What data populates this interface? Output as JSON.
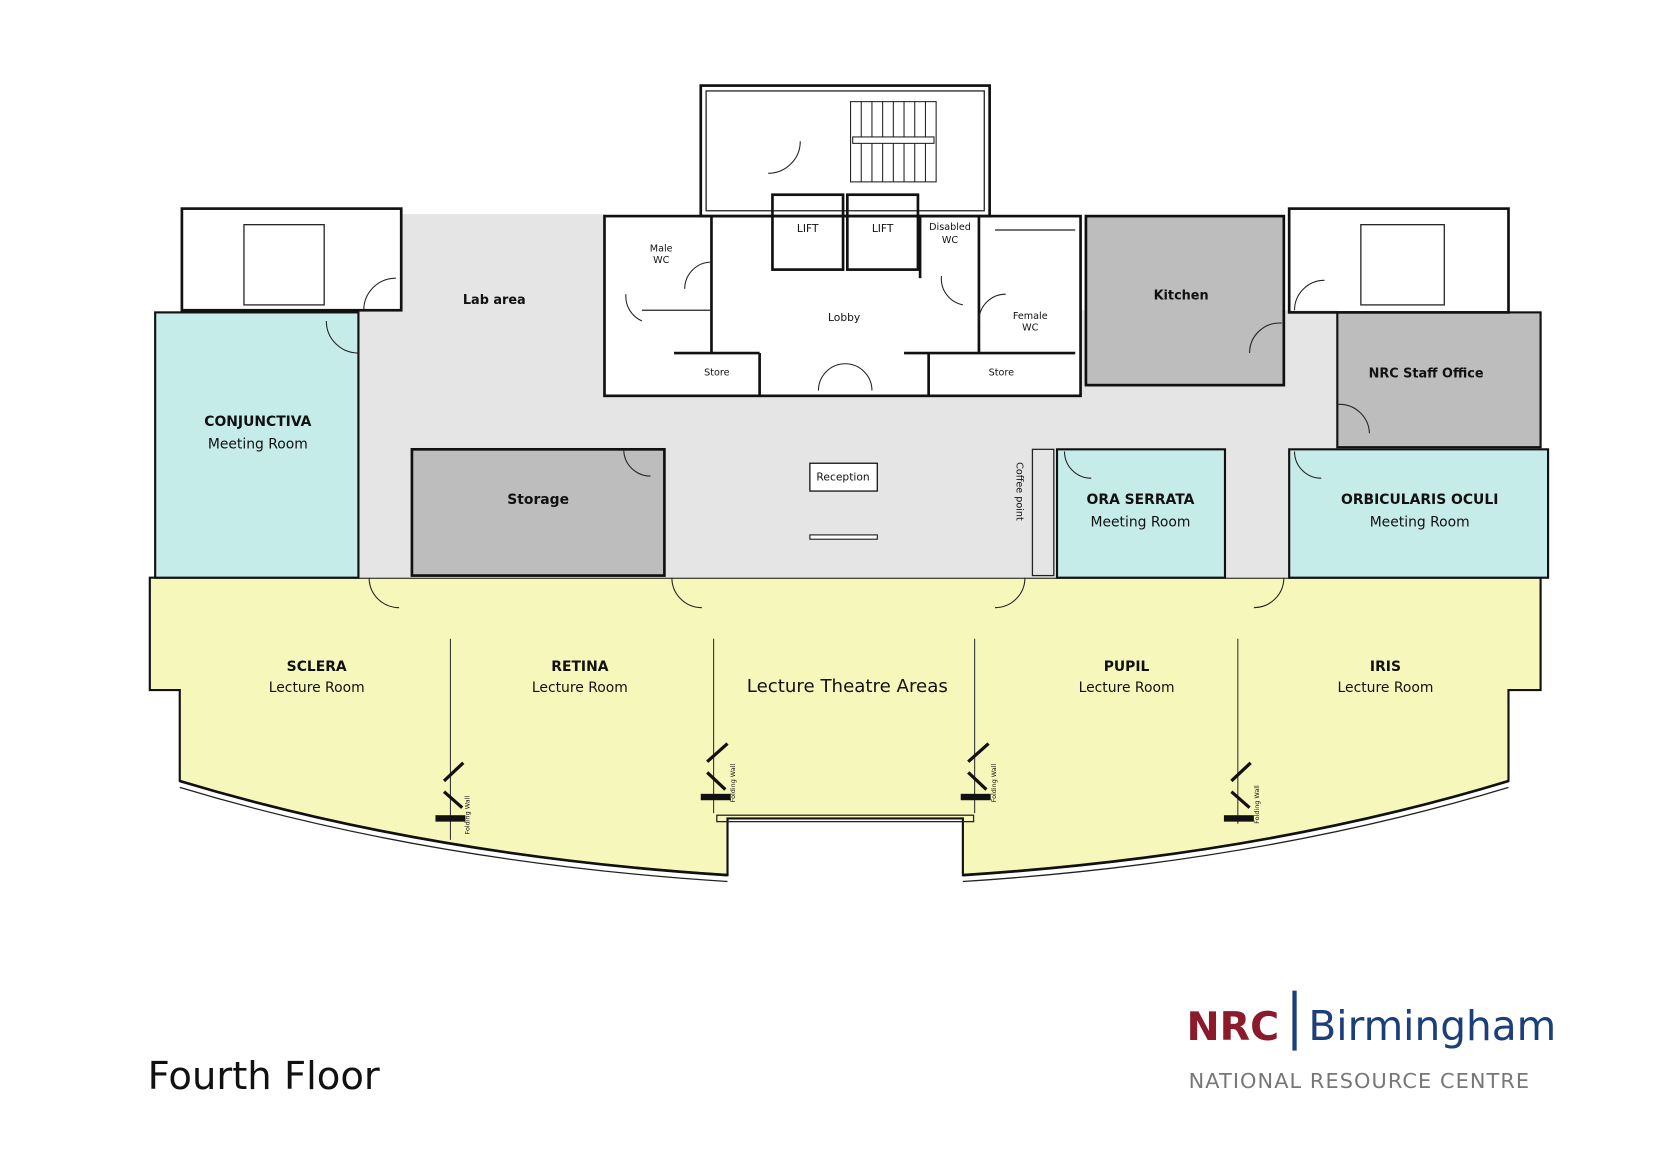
{
  "floor_title": "Fourth Floor",
  "logo": {
    "nrc": "NRC",
    "city": "Birmingham",
    "subtitle": "NATIONAL RESOURCE CENTRE"
  },
  "colors": {
    "lecture": "#f6f7bb",
    "meeting": "#c6ecea",
    "service": "#bdbdbd",
    "corridor": "#e5e5e5",
    "nrc_red": "#8b1a2a",
    "brand_blue": "#1b3f7a"
  },
  "rooms": {
    "lab_area": "Lab area",
    "male_wc": [
      "Male",
      "WC"
    ],
    "lift1": "LIFT",
    "lift2": "LIFT",
    "disabled_wc": [
      "Disabled",
      "WC"
    ],
    "female_wc": [
      "Female",
      "WC"
    ],
    "lobby": "Lobby",
    "store1": "Store",
    "store2": "Store",
    "kitchen": "Kitchen",
    "nrc_staff_office": "NRC Staff Office",
    "conjunctiva": {
      "name": "CONJUNCTIVA",
      "type": "Meeting Room"
    },
    "storage": "Storage",
    "reception": "Reception",
    "coffee_point": "Coffee point",
    "ora_serrata": {
      "name": "ORA SERRATA",
      "type": "Meeting Room"
    },
    "orbicularis": {
      "name": "ORBICULARIS OCULI",
      "type": "Meeting Room"
    },
    "lecture_area": "Lecture Theatre Areas",
    "sclera": {
      "name": "SCLERA",
      "type": "Lecture Room"
    },
    "retina": {
      "name": "RETINA",
      "type": "Lecture Room"
    },
    "pupil": {
      "name": "PUPIL",
      "type": "Lecture Room"
    },
    "iris": {
      "name": "IRIS",
      "type": "Lecture Room"
    },
    "folding_wall": "Folding Wall"
  }
}
